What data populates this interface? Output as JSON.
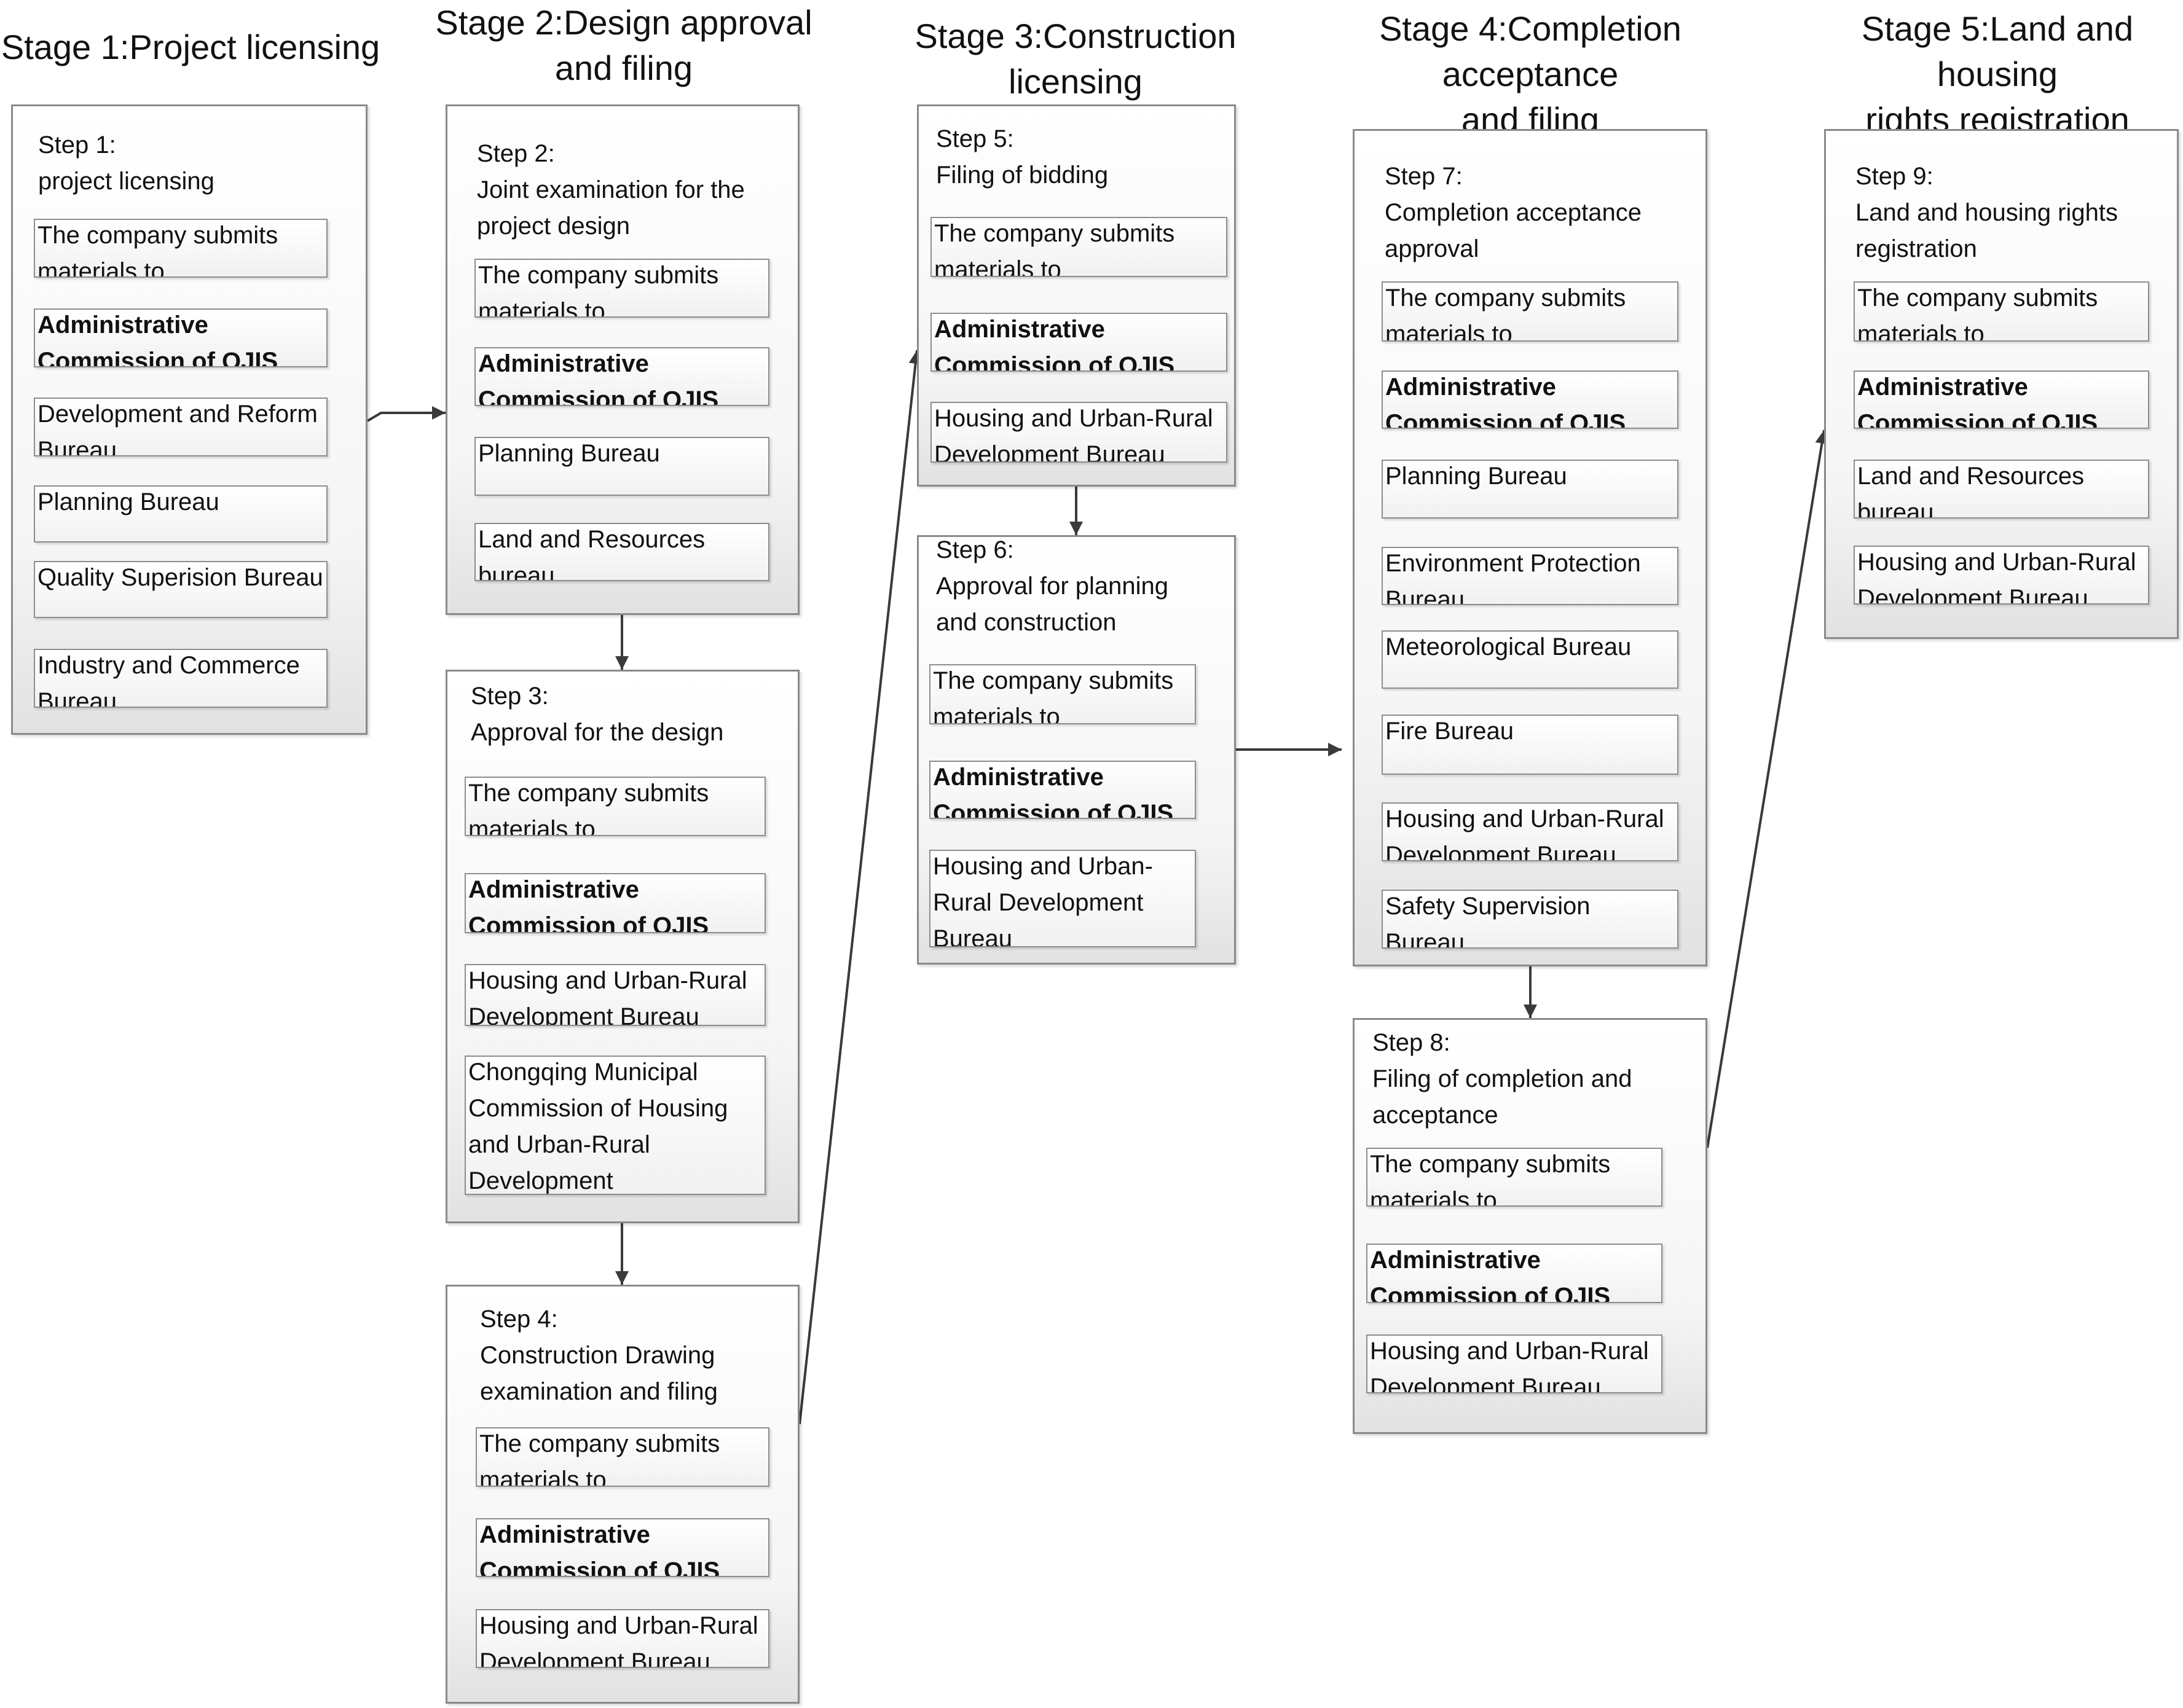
{
  "stages": [
    {
      "id": "s1",
      "title": "Stage 1:Project licensing"
    },
    {
      "id": "s2",
      "title": "Stage 2:Design approval\nand filing"
    },
    {
      "id": "s3",
      "title": "Stage 3:Construction licensing"
    },
    {
      "id": "s4",
      "title": "Stage 4:Completion acceptance\nand filing"
    },
    {
      "id": "s5",
      "title": "Stage 5:Land and housing\nrights registration"
    }
  ],
  "steps": [
    {
      "id": "step1",
      "label": "Step 1:\nproject licensing",
      "nodes": [
        {
          "text": "The company submits\nmaterials to",
          "bold": false
        },
        {
          "text": "Administrative\nCommission of QJIS",
          "bold": true
        },
        {
          "text": "Development and Reform\nBureau",
          "bold": false
        },
        {
          "text": "Planning Bureau",
          "bold": false
        },
        {
          "text": "Quality Superision Bureau",
          "bold": false
        },
        {
          "text": "Industry and Commerce\nBureau",
          "bold": false
        }
      ]
    },
    {
      "id": "step2",
      "label": "Step 2:\nJoint examination for the\nproject design",
      "nodes": [
        {
          "text": "The company submits\nmaterials to",
          "bold": false
        },
        {
          "text": "Administrative\nCommission of QJIS",
          "bold": true
        },
        {
          "text": "Planning Bureau",
          "bold": false
        },
        {
          "text": "Land and Resources\nbureau",
          "bold": false
        }
      ]
    },
    {
      "id": "step3",
      "label": "Step  3:\nApproval for the design",
      "nodes": [
        {
          "text": "The company submits\nmaterials to",
          "bold": false
        },
        {
          "text": "Administrative\nCommission of QJIS",
          "bold": true
        },
        {
          "text": "Housing and Urban-Rural\nDevelopment Bureau",
          "bold": false
        },
        {
          "text": "Chongqing Municipal\nCommission of Housing\nand Urban-Rural\nDevelopment",
          "bold": false
        }
      ]
    },
    {
      "id": "step4",
      "label": "Step 4:\nConstruction Drawing\nexamination and filing",
      "nodes": [
        {
          "text": "The company submits\nmaterials to",
          "bold": false
        },
        {
          "text": "Administrative\nCommission of QJIS",
          "bold": true
        },
        {
          "text": "Housing and Urban-Rural\nDevelopment Bureau",
          "bold": false
        }
      ]
    },
    {
      "id": "step5",
      "label": "Step 5:\nFiling of bidding",
      "nodes": [
        {
          "text": "The company submits\nmaterials to",
          "bold": false
        },
        {
          "text": "Administrative\nCommission of QJIS",
          "bold": true
        },
        {
          "text": "Housing and Urban-Rural\nDevelopment Bureau",
          "bold": false
        }
      ]
    },
    {
      "id": "step6",
      "label": "Step 6:\nApproval for planning\nand construction",
      "nodes": [
        {
          "text": "The company submits\nmaterials to",
          "bold": false
        },
        {
          "text": "Administrative\nCommission of QJIS",
          "bold": true
        },
        {
          "text": "Housing and Urban-\nRural Development\nBureau",
          "bold": false
        }
      ]
    },
    {
      "id": "step7",
      "label": "Step 7:\nCompletion acceptance\napproval",
      "nodes": [
        {
          "text": "The company submits\nmaterials to",
          "bold": false
        },
        {
          "text": "Administrative\nCommission of QJIS",
          "bold": true
        },
        {
          "text": "Planning Bureau",
          "bold": false
        },
        {
          "text": "Environment Protection\nBureau",
          "bold": false
        },
        {
          "text": "Meteorological Bureau",
          "bold": false
        },
        {
          "text": "Fire Bureau",
          "bold": false
        },
        {
          "text": "Housing and Urban-Rural\nDevelopment Bureau",
          "bold": false
        },
        {
          "text": "Safety Supervision Bureau",
          "bold": false
        }
      ]
    },
    {
      "id": "step8",
      "label": "Step 8:\nFiling of completion and\nacceptance",
      "nodes": [
        {
          "text": "The company submits\nmaterials to",
          "bold": false
        },
        {
          "text": "Administrative\nCommission of QJIS",
          "bold": true
        },
        {
          "text": "Housing and Urban-Rural\nDevelopment Bureau",
          "bold": false
        }
      ]
    },
    {
      "id": "step9",
      "label": "Step 9:\nLand and housing rights\nregistration",
      "nodes": [
        {
          "text": "The company submits\nmaterials to",
          "bold": false
        },
        {
          "text": "Administrative\nCommission of QJIS",
          "bold": true
        },
        {
          "text": "Land and Resources\nbureau",
          "bold": false
        },
        {
          "text": "Housing and Urban-Rural\nDevelopment Bureau",
          "bold": false
        }
      ]
    }
  ],
  "colors": {
    "line": "#3a3a3a",
    "border": "#8d8d8d",
    "text": "#111111"
  }
}
